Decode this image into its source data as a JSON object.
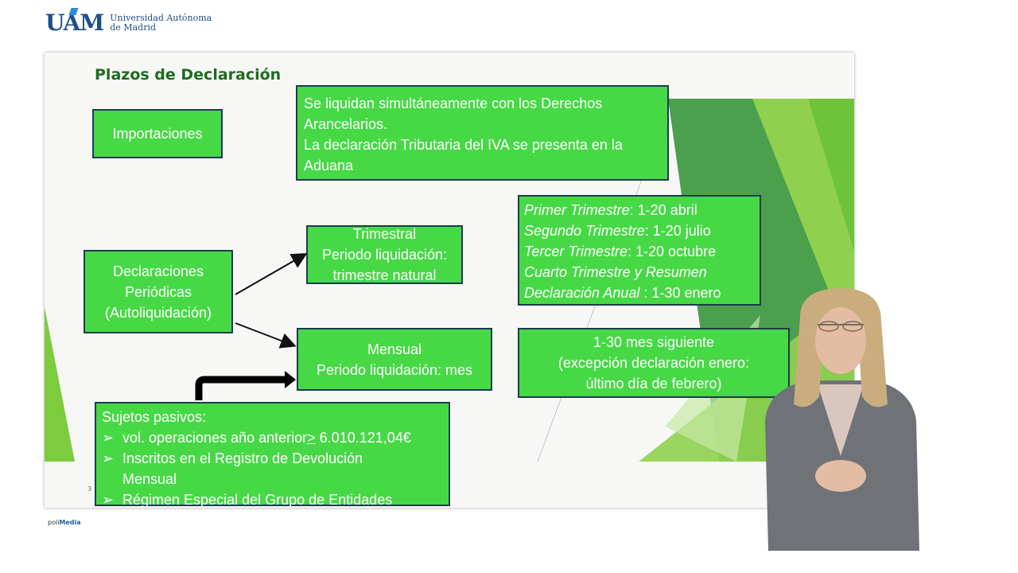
{
  "header": {
    "logo_mark": "UAM",
    "university_line1": "Universidad Autónoma",
    "university_line2": "de Madrid"
  },
  "slide": {
    "title": "Plazos de Declaración",
    "page_number": "3",
    "importaciones": {
      "label": "Importaciones",
      "detail_line1": "Se liquidan simultáneamente con los Derechos",
      "detail_line2": "Arancelarios.",
      "detail_line3": "La declaración Tributaria del IVA se presenta en la",
      "detail_line4": "Aduana"
    },
    "periodicas": {
      "line1": "Declaraciones",
      "line2": "Periódicas",
      "line3": "(Autoliquidación)"
    },
    "trimestral": {
      "line1": "Trimestral",
      "line2": "Periodo liquidación:",
      "line3": "trimestre natural"
    },
    "trimestres": [
      {
        "name": "Primer Trimestre",
        "range": ": 1-20 abril"
      },
      {
        "name": "Segundo Trimestre",
        "range": ": 1-20 julio"
      },
      {
        "name": "Tercer Trimestre",
        "range": ": 1-20 octubre"
      },
      {
        "name": "Cuarto Trimestre y Resumen",
        "range": ""
      },
      {
        "name": "Declaración Anual ",
        "range": ": 1-30 enero"
      }
    ],
    "mensual": {
      "line1": "Mensual",
      "line2": "Periodo liquidación: mes"
    },
    "mensual_plazo": {
      "line1": "1-30 mes siguiente",
      "line2": "(excepción declaración enero:",
      "line3": "último día de febrero)"
    },
    "sujetos": {
      "heading": "Sujetos pasivos:",
      "bullet_symbol": "➢",
      "item1_prefix": "vol. operaciones año anterior",
      "item1_symbol": ">",
      "item1_value": " 6.010.121,04€",
      "item2_line1": "Inscritos en el Registro de Devolución",
      "item2_line2": "Mensual",
      "item3": "Régimen Especial del Grupo de Entidades"
    }
  },
  "footer": {
    "brand_prefix": "poli",
    "brand_suffix": "Media"
  },
  "colors": {
    "box_fill": "#47d846",
    "box_border": "#1d3b52",
    "title": "#1e6b1e",
    "logo": "#1f4f8a"
  }
}
